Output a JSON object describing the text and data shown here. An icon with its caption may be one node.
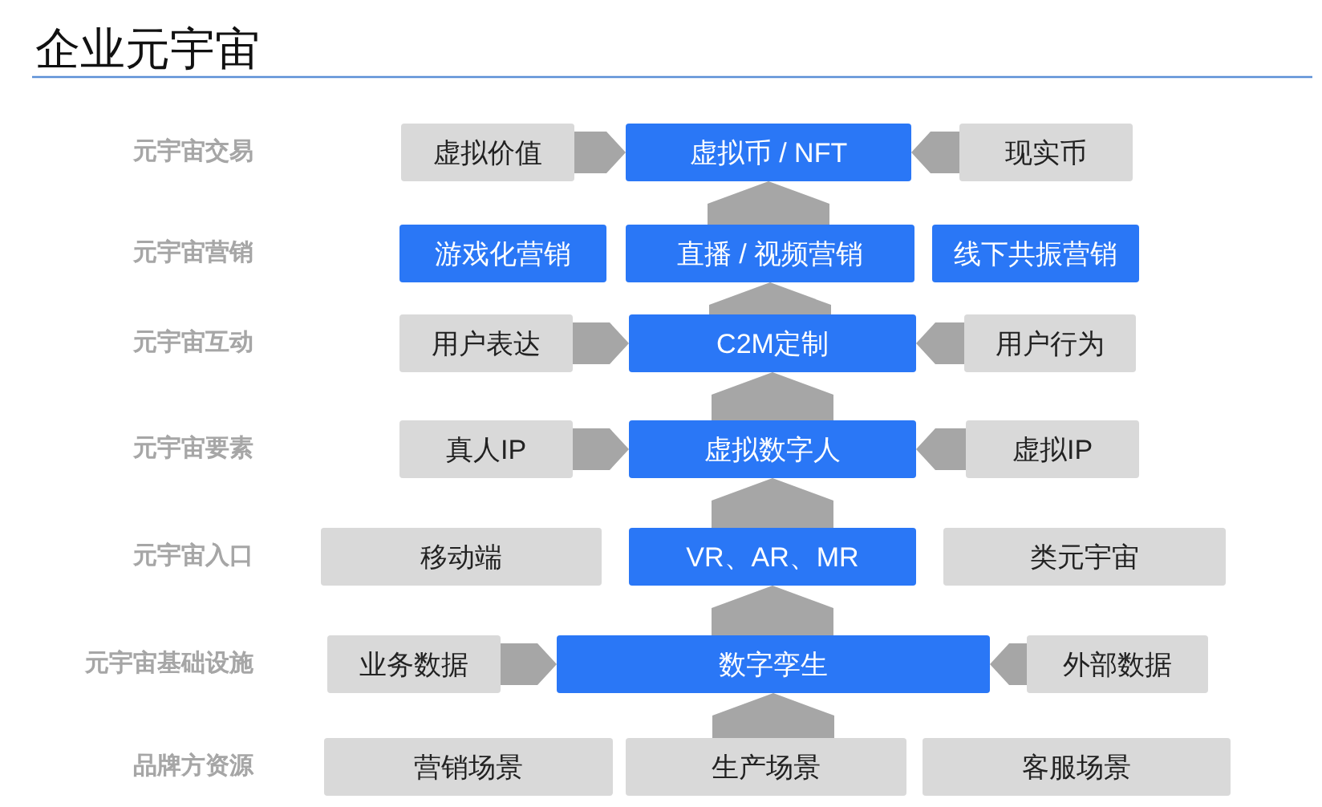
{
  "diagram": {
    "title": "企业元宇宙",
    "nodes": [
      {
        "text": [
          "虚拟价值"
        ]
      },
      {
        "text": [
          "虚拟币 / NFT"
        ]
      },
      {
        "text": [
          "现实币"
        ]
      },
      {
        "text": [
          "游戏化营销"
        ]
      },
      {
        "text": [
          "直播 / 视频营销"
        ]
      },
      {
        "text": [
          "线下共振营销"
        ]
      },
      {
        "text": [
          "用户表达"
        ]
      },
      {
        "text": [
          "C2M定制"
        ]
      },
      {
        "text": [
          "用户行为"
        ]
      },
      {
        "text": [
          "真人IP"
        ]
      },
      {
        "text": [
          "虚拟数字人"
        ]
      },
      {
        "text": [
          "虚拟IP"
        ]
      },
      {
        "text": [
          "移动端"
        ]
      },
      {
        "text": [
          "VR、AR、MR"
        ]
      },
      {
        "text": [
          "类元宇宙"
        ]
      },
      {
        "text": [
          "业务数据"
        ]
      },
      {
        "text": [
          "数字孪生"
        ]
      },
      {
        "text": [
          "外部数据"
        ]
      },
      {
        "text": [
          "营销场景"
        ]
      },
      {
        "text": [
          "生产场景"
        ]
      },
      {
        "text": [
          "客服场景"
        ]
      }
    ],
    "edges": [
      {
        "from": 0,
        "to": 1,
        "arrow": "to"
      },
      {
        "from": 2,
        "to": 1,
        "arrow": "to"
      },
      {
        "from": 4,
        "to": 1,
        "arrow": "to"
      },
      {
        "from": 6,
        "to": 7,
        "arrow": "to"
      },
      {
        "from": 8,
        "to": 7,
        "arrow": "to"
      },
      {
        "from": 7,
        "to": 4,
        "arrow": "to"
      },
      {
        "from": 9,
        "to": 10,
        "arrow": "to"
      },
      {
        "from": 11,
        "to": 10,
        "arrow": "to"
      },
      {
        "from": 10,
        "to": 7,
        "arrow": "to"
      },
      {
        "from": 13,
        "to": 10,
        "arrow": "to"
      },
      {
        "from": 15,
        "to": 16,
        "arrow": "to"
      },
      {
        "from": 17,
        "to": 16,
        "arrow": "to"
      },
      {
        "from": 16,
        "to": 13,
        "arrow": "to"
      },
      {
        "from": 19,
        "to": 16,
        "arrow": "to"
      }
    ],
    "labels": [
      "元宇宙交易",
      "元宇宙营销",
      "元宇宙互动",
      "元宇宙要素",
      "元宇宙入口",
      "元宇宙基础设施",
      "品牌方资源"
    ]
  }
}
